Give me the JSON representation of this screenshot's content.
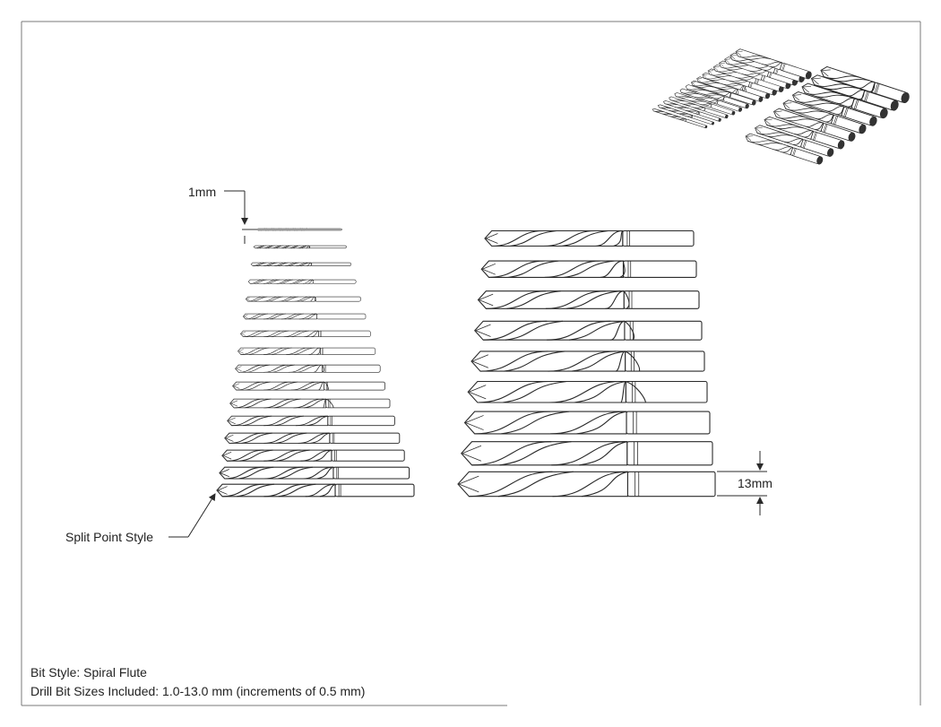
{
  "callouts": {
    "smallest": "1mm",
    "largest": "13mm",
    "tip": "Split Point Style"
  },
  "notes": {
    "style": "Bit Style: Spiral Flute",
    "sizes": "Drill Bit Sizes Included: 1.0-13.0 mm (increments of 0.5 mm)"
  },
  "drill_set": {
    "left_column_sizes_mm": [
      1.0,
      1.5,
      2.0,
      2.5,
      3.0,
      3.5,
      4.0,
      4.5,
      5.0,
      5.5,
      6.0,
      6.5,
      7.0,
      7.5,
      8.0,
      8.5
    ],
    "right_column_sizes_mm": [
      9.0,
      9.5,
      10.0,
      10.5,
      11.0,
      11.5,
      12.0,
      12.5,
      13.0
    ]
  },
  "colors": {
    "line": "#2a2a2a",
    "frame": "#7a7a7a",
    "background": "#ffffff"
  }
}
